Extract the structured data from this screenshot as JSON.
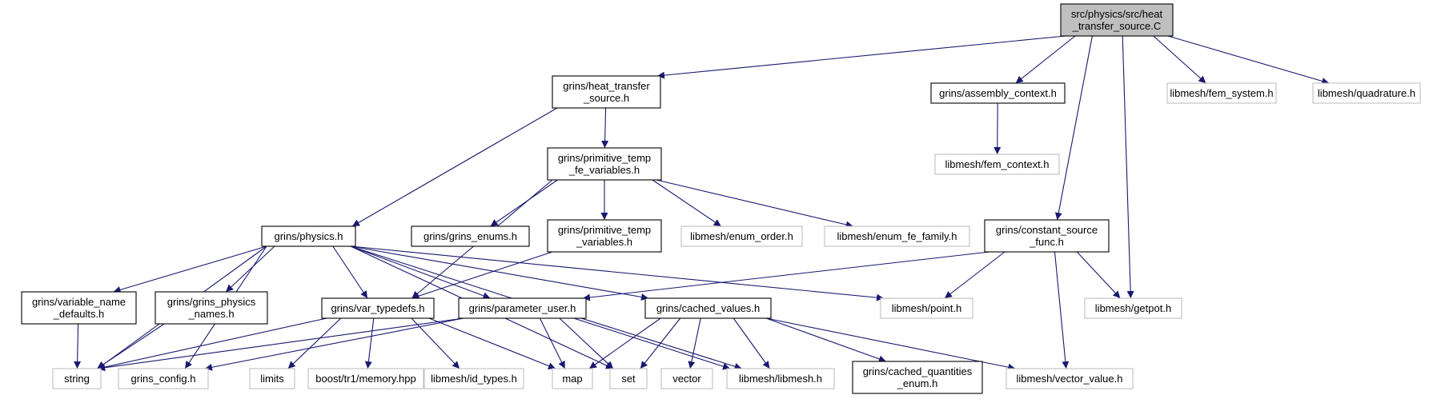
{
  "colors": {
    "edge": "#191970",
    "root_fill": "#bfbfbf",
    "node_border": "#000000",
    "external_border": "#bfbfbf"
  },
  "diagram": {
    "nodes": [
      {
        "id": "root",
        "lines": [
          "src/physics/src/heat",
          "_transfer_source.C"
        ],
        "kind": "root"
      },
      {
        "id": "heat_transfer_source",
        "lines": [
          "grins/heat_transfer",
          "_source.h"
        ],
        "kind": "normal"
      },
      {
        "id": "assembly_context",
        "lines": [
          "grins/assembly_context.h"
        ],
        "kind": "normal"
      },
      {
        "id": "fem_system",
        "lines": [
          "libmesh/fem_system.h"
        ],
        "kind": "external"
      },
      {
        "id": "quadrature",
        "lines": [
          "libmesh/quadrature.h"
        ],
        "kind": "external"
      },
      {
        "id": "fem_context",
        "lines": [
          "libmesh/fem_context.h"
        ],
        "kind": "external"
      },
      {
        "id": "prim_temp_fe",
        "lines": [
          "grins/primitive_temp",
          "_fe_variables.h"
        ],
        "kind": "normal"
      },
      {
        "id": "physics",
        "lines": [
          "grins/physics.h"
        ],
        "kind": "normal"
      },
      {
        "id": "grins_enums",
        "lines": [
          "grins/grins_enums.h"
        ],
        "kind": "normal"
      },
      {
        "id": "prim_temp_vars",
        "lines": [
          "grins/primitive_temp",
          "_variables.h"
        ],
        "kind": "normal"
      },
      {
        "id": "enum_order",
        "lines": [
          "libmesh/enum_order.h"
        ],
        "kind": "external"
      },
      {
        "id": "enum_fe_family",
        "lines": [
          "libmesh/enum_fe_family.h"
        ],
        "kind": "external"
      },
      {
        "id": "constant_source",
        "lines": [
          "grins/constant_source",
          "_func.h"
        ],
        "kind": "normal"
      },
      {
        "id": "var_name_defaults",
        "lines": [
          "grins/variable_name",
          "_defaults.h"
        ],
        "kind": "normal"
      },
      {
        "id": "grins_phys_names",
        "lines": [
          "grins/grins_physics",
          "_names.h"
        ],
        "kind": "normal"
      },
      {
        "id": "var_typedefs",
        "lines": [
          "grins/var_typedefs.h"
        ],
        "kind": "normal"
      },
      {
        "id": "param_user",
        "lines": [
          "grins/parameter_user.h"
        ],
        "kind": "normal"
      },
      {
        "id": "cached_values",
        "lines": [
          "grins/cached_values.h"
        ],
        "kind": "normal"
      },
      {
        "id": "point",
        "lines": [
          "libmesh/point.h"
        ],
        "kind": "external"
      },
      {
        "id": "getpot",
        "lines": [
          "libmesh/getpot.h"
        ],
        "kind": "external"
      },
      {
        "id": "string",
        "lines": [
          "string"
        ],
        "kind": "external"
      },
      {
        "id": "grins_config",
        "lines": [
          "grins_config.h"
        ],
        "kind": "external"
      },
      {
        "id": "limits",
        "lines": [
          "limits"
        ],
        "kind": "external"
      },
      {
        "id": "boost_memory",
        "lines": [
          "boost/tr1/memory.hpp"
        ],
        "kind": "external"
      },
      {
        "id": "id_types",
        "lines": [
          "libmesh/id_types.h"
        ],
        "kind": "external"
      },
      {
        "id": "map",
        "lines": [
          "map"
        ],
        "kind": "external"
      },
      {
        "id": "set",
        "lines": [
          "set"
        ],
        "kind": "external"
      },
      {
        "id": "vector",
        "lines": [
          "vector"
        ],
        "kind": "external"
      },
      {
        "id": "libmesh",
        "lines": [
          "libmesh/libmesh.h"
        ],
        "kind": "external"
      },
      {
        "id": "cached_quant",
        "lines": [
          "grins/cached_quantities",
          "_enum.h"
        ],
        "kind": "normal"
      },
      {
        "id": "vector_value",
        "lines": [
          "libmesh/vector_value.h"
        ],
        "kind": "external"
      }
    ],
    "edges": [
      [
        "root",
        "heat_transfer_source"
      ],
      [
        "root",
        "assembly_context"
      ],
      [
        "root",
        "fem_system"
      ],
      [
        "root",
        "quadrature"
      ],
      [
        "root",
        "constant_source"
      ],
      [
        "root",
        "getpot"
      ],
      [
        "heat_transfer_source",
        "prim_temp_fe"
      ],
      [
        "heat_transfer_source",
        "physics"
      ],
      [
        "assembly_context",
        "fem_context"
      ],
      [
        "prim_temp_fe",
        "var_typedefs"
      ],
      [
        "prim_temp_fe",
        "grins_enums"
      ],
      [
        "prim_temp_fe",
        "prim_temp_vars"
      ],
      [
        "prim_temp_fe",
        "enum_order"
      ],
      [
        "prim_temp_fe",
        "enum_fe_family"
      ],
      [
        "physics",
        "string"
      ],
      [
        "physics",
        "var_name_defaults"
      ],
      [
        "physics",
        "grins_phys_names"
      ],
      [
        "physics",
        "grins_config"
      ],
      [
        "physics",
        "var_typedefs"
      ],
      [
        "physics",
        "param_user"
      ],
      [
        "physics",
        "set"
      ],
      [
        "physics",
        "cached_values"
      ],
      [
        "physics",
        "point"
      ],
      [
        "physics",
        "libmesh"
      ],
      [
        "prim_temp_vars",
        "var_typedefs"
      ],
      [
        "constant_source",
        "param_user"
      ],
      [
        "constant_source",
        "point"
      ],
      [
        "constant_source",
        "getpot"
      ],
      [
        "constant_source",
        "vector_value"
      ],
      [
        "var_name_defaults",
        "string"
      ],
      [
        "grins_phys_names",
        "string"
      ],
      [
        "var_typedefs",
        "string"
      ],
      [
        "var_typedefs",
        "limits"
      ],
      [
        "var_typedefs",
        "boost_memory"
      ],
      [
        "var_typedefs",
        "id_types"
      ],
      [
        "var_typedefs",
        "map"
      ],
      [
        "param_user",
        "string"
      ],
      [
        "param_user",
        "grins_config"
      ],
      [
        "param_user",
        "map"
      ],
      [
        "param_user",
        "set"
      ],
      [
        "param_user",
        "libmesh"
      ],
      [
        "cached_values",
        "map"
      ],
      [
        "cached_values",
        "set"
      ],
      [
        "cached_values",
        "vector"
      ],
      [
        "cached_values",
        "libmesh"
      ],
      [
        "cached_values",
        "cached_quant"
      ],
      [
        "cached_values",
        "vector_value"
      ]
    ]
  }
}
